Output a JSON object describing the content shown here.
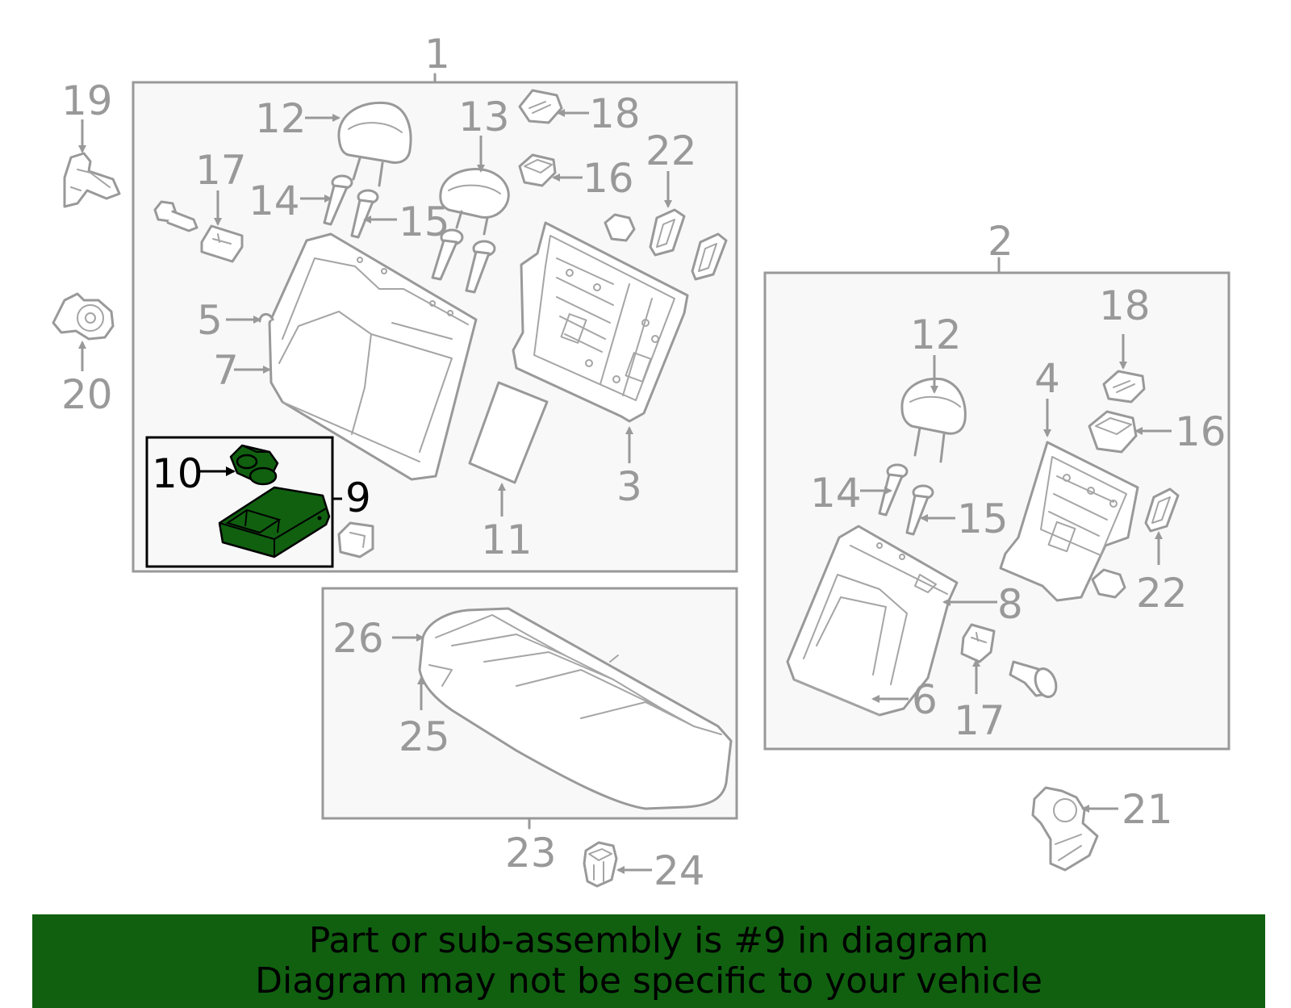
{
  "colors": {
    "highlight_fill": "#106010",
    "highlight_outline": "#000000",
    "line_gray": "#999999",
    "box_fill": "#f8f8f8",
    "banner_bg": "#106010",
    "banner_text": "#000000"
  },
  "callouts": {
    "n1": "1",
    "n2": "2",
    "n3": "3",
    "n4": "4",
    "n5": "5",
    "n6": "6",
    "n7": "7",
    "n8": "8",
    "n9": "9",
    "n10": "10",
    "n11": "11",
    "n12a": "12",
    "n12b": "12",
    "n13": "13",
    "n14a": "14",
    "n14b": "14",
    "n15a": "15",
    "n15b": "15",
    "n16a": "16",
    "n16b": "16",
    "n17a": "17",
    "n17b": "17",
    "n18a": "18",
    "n18b": "18",
    "n19": "19",
    "n20": "20",
    "n21": "21",
    "n22a": "22",
    "n22b": "22",
    "n23": "23",
    "n24": "24",
    "n25": "25",
    "n26": "26"
  },
  "highlighted_part": "9",
  "banner": {
    "line1": "Part or sub-assembly is #9 in diagram",
    "line2": "Diagram may not be specific to your vehicle"
  }
}
